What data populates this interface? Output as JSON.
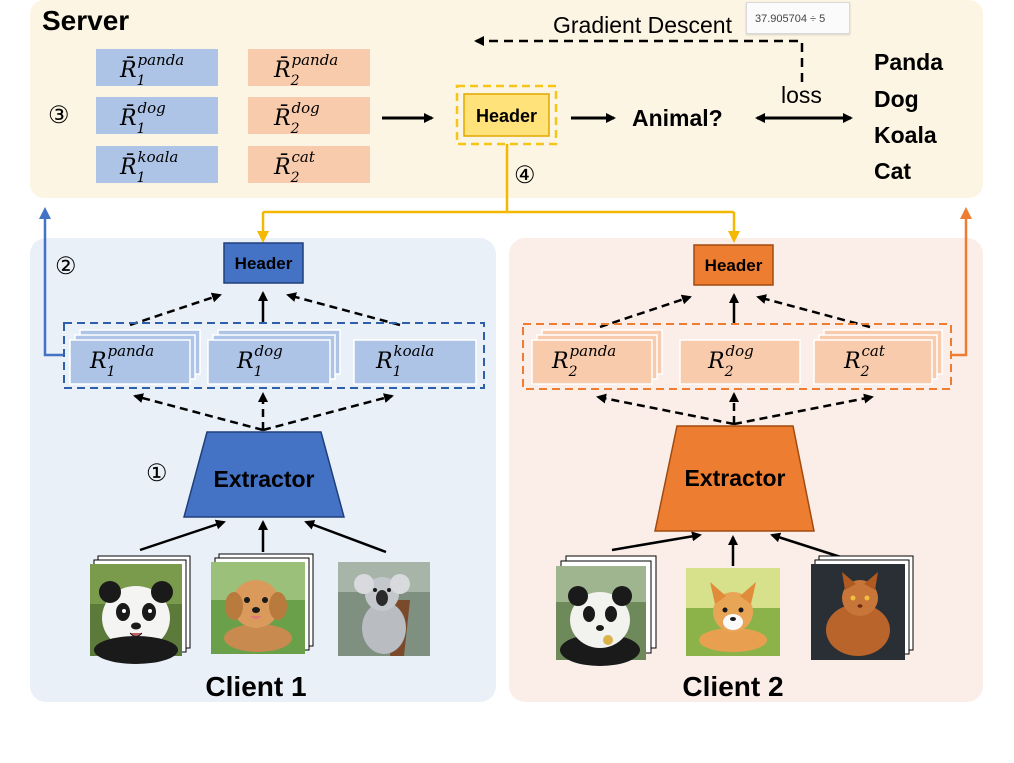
{
  "server": {
    "title": "Server",
    "step3": "③",
    "step4": "④",
    "header_label": "Header",
    "animal_question": "Animal?",
    "loss_label": "loss",
    "gradient_label": "Gradient Descent",
    "classes": [
      "Panda",
      "Dog",
      "Koala",
      "Cat"
    ],
    "client1_reps": [
      {
        "base": "R̄",
        "sub": "1",
        "sup": "panda"
      },
      {
        "base": "R̄",
        "sub": "1",
        "sup": "dog"
      },
      {
        "base": "R̄",
        "sub": "1",
        "sup": "koala"
      }
    ],
    "client2_reps": [
      {
        "base": "R̄",
        "sub": "2",
        "sup": "panda"
      },
      {
        "base": "R̄",
        "sub": "2",
        "sup": "dog"
      },
      {
        "base": "R̄",
        "sub": "2",
        "sup": "cat"
      }
    ]
  },
  "client1": {
    "title": "Client 1",
    "step1": "①",
    "step2": "②",
    "header_label": "Header",
    "extractor_label": "Extractor",
    "reps": [
      {
        "base": "R",
        "sub": "1",
        "sup": "panda"
      },
      {
        "base": "R",
        "sub": "1",
        "sup": "dog"
      },
      {
        "base": "R",
        "sub": "1",
        "sup": "koala"
      }
    ],
    "images": [
      "panda",
      "dog",
      "koala"
    ]
  },
  "client2": {
    "title": "Client 2",
    "header_label": "Header",
    "extractor_label": "Extractor",
    "reps": [
      {
        "base": "R",
        "sub": "2",
        "sup": "panda"
      },
      {
        "base": "R",
        "sub": "2",
        "sup": "dog"
      },
      {
        "base": "R",
        "sub": "2",
        "sup": "cat"
      }
    ],
    "images": [
      "panda",
      "corgi",
      "cat"
    ]
  },
  "tooltip": {
    "text": "37.905704 ÷ 5"
  },
  "colors": {
    "server_bg": "#fdf5e3",
    "client1_bg": "#eaf0f8",
    "client2_bg": "#fbeee8",
    "blue_dark": "#2f5fa8",
    "blue_header": "#4472c4",
    "blue_rep": "#adc4e6",
    "orange_dark": "#c55a11",
    "orange_header": "#ed7d31",
    "orange_rep": "#f8cbad",
    "gold": "#f5c518",
    "gold_fill": "#ffe27a"
  }
}
